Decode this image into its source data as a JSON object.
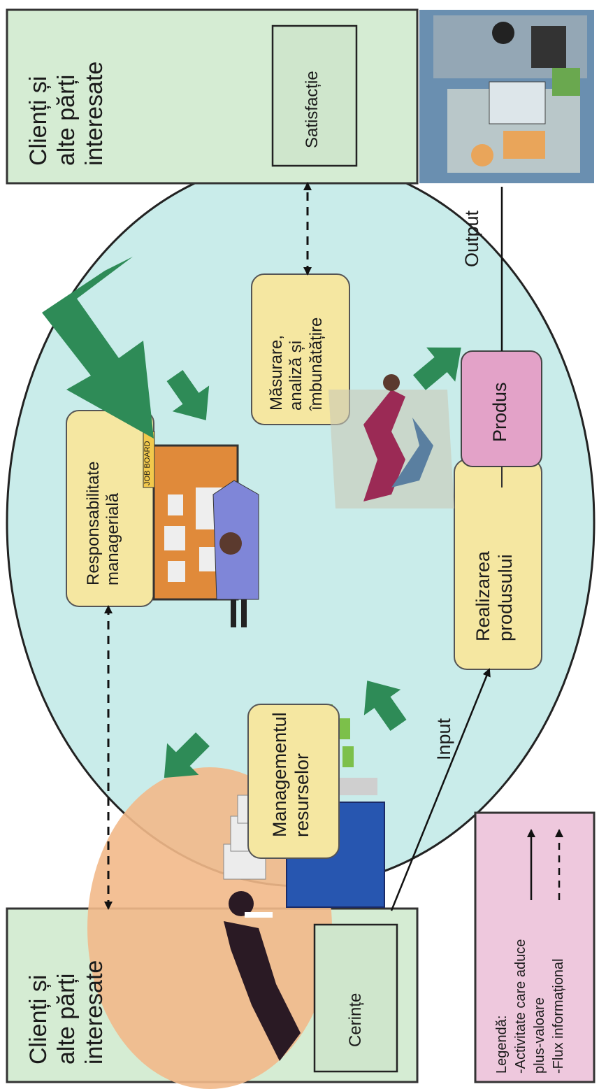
{
  "left_box": {
    "title_lines": [
      "Clienți și",
      "alte părți",
      "interesate"
    ],
    "input_label": "Cerințe"
  },
  "right_box": {
    "title_lines": [
      "Clienți și",
      "alte părți",
      "interesate"
    ],
    "output_label": "Satisfacție"
  },
  "processes": {
    "management": [
      "Responsabilitate",
      "managerială"
    ],
    "resources": [
      "Managementul",
      "resurselor"
    ],
    "realization": [
      "Realizarea",
      "produsului"
    ],
    "measurement": [
      "Măsurare,",
      "analiză și",
      "îmbunătățire"
    ]
  },
  "product": "Produs",
  "input": "Input",
  "output": "Output",
  "job_board": "JOB BOARD",
  "legend": {
    "title": "Legendă:",
    "value_line1": "-Activitate care aduce",
    "value_line2": "plus-valoare",
    "info": "-Flux informațional"
  },
  "colors": {
    "box_fill": "#d5ecd3",
    "circle_fill": "#c9ecea",
    "process_fill": "#f5e7a1",
    "product_fill": "#e3a2c8",
    "legend_fill": "#eec8dd",
    "arrow_green": "#2e8b57"
  }
}
